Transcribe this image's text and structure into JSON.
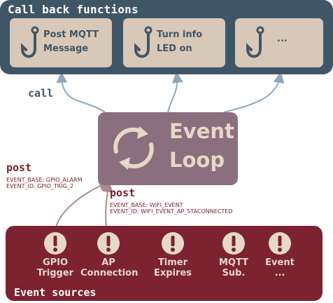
{
  "callbacks": {
    "title": "Call back functions",
    "items": [
      {
        "label": "Post MQTT\nMessage",
        "icon": "hook-icon"
      },
      {
        "label": "Turn info\nLED on",
        "icon": "hook-icon"
      },
      {
        "label": "...",
        "icon": "hook-icon"
      }
    ]
  },
  "call_label": "call",
  "event_loop": {
    "word1": "Event",
    "word2": "Loop",
    "icon": "loop-cycle-icon"
  },
  "posts": {
    "left": {
      "label": "post",
      "event_base": "EVENT_BASE: GPIO_ALARM",
      "event_id": "EVENT_ID: GPIO_TRIG_2"
    },
    "right": {
      "label": "post",
      "event_base": "EVENT_BASE: WIFI_EVENT",
      "event_id": "EVENT_ID: WIFI_EVENT_AP_STACONNECTED"
    }
  },
  "sources": {
    "title": "Event sources",
    "items": [
      {
        "label": "GPIO\nTrigger",
        "icon": "exclamation-icon"
      },
      {
        "label": "AP\nConnection",
        "icon": "exclamation-icon"
      },
      {
        "label": "Timer\nExpires",
        "icon": "exclamation-icon"
      },
      {
        "label": "MQTT\nSub.",
        "icon": "exclamation-icon"
      },
      {
        "label": "Event\n...",
        "icon": "exclamation-icon"
      }
    ]
  },
  "colors": {
    "callbacks_panel": "#3f5666",
    "callback_card": "#d8c8b8",
    "event_loop": "#8b6f7e",
    "sources_panel": "#7c2230",
    "connector": "#8fa7b8",
    "post_connector": "#a88d8d"
  }
}
